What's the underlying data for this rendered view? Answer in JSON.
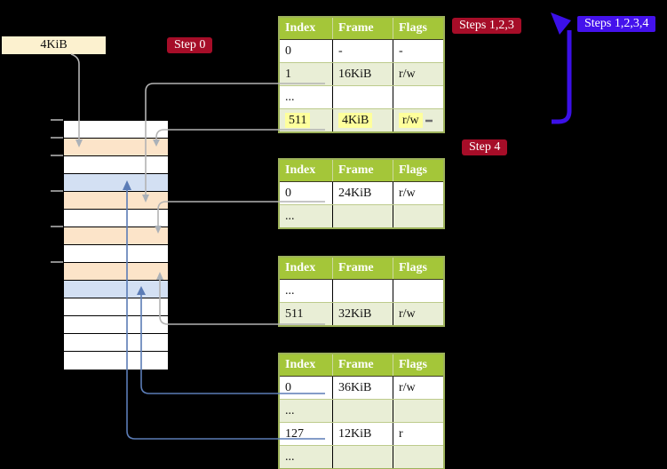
{
  "frame_size_label": "4KiB",
  "badges": {
    "step0": "Step 0",
    "steps_123": "Steps 1,2,3",
    "steps_1234": "Steps 1,2,3,4",
    "step4": "Step 4"
  },
  "colors": {
    "badge_red": "#a60d28",
    "badge_blue": "#4412ec",
    "table_header_green": "#a4c639",
    "table_alt_row_green": "#e9eed6",
    "highlight_yellow": "#feff9c",
    "memory_orange": "#fce4c9",
    "memory_blue": "#d3e0f3",
    "frame_label_cream": "#fcf1cf",
    "arrow_gray": "#b3b3b3",
    "arrow_steel_blue": "#5b7cb6",
    "big_arrow_blue": "#3b10e8"
  },
  "tables": [
    {
      "headers": [
        "Index",
        "Frame",
        "Flags"
      ],
      "rows": [
        {
          "cells": [
            "0",
            "-",
            "-"
          ]
        },
        {
          "cells": [
            "1",
            "16KiB",
            "r/w"
          ]
        },
        {
          "cells": [
            "...",
            "",
            ""
          ]
        },
        {
          "cells": [
            "511",
            "4KiB",
            "r/w"
          ],
          "highlighted": true
        }
      ]
    },
    {
      "headers": [
        "Index",
        "Frame",
        "Flags"
      ],
      "rows": [
        {
          "cells": [
            "0",
            "24KiB",
            "r/w"
          ]
        },
        {
          "cells": [
            "...",
            "",
            ""
          ]
        }
      ]
    },
    {
      "headers": [
        "Index",
        "Frame",
        "Flags"
      ],
      "rows": [
        {
          "cells": [
            "...",
            "",
            ""
          ]
        },
        {
          "cells": [
            "511",
            "32KiB",
            "r/w"
          ]
        }
      ]
    },
    {
      "headers": [
        "Index",
        "Frame",
        "Flags"
      ],
      "rows": [
        {
          "cells": [
            "0",
            "36KiB",
            "r/w"
          ]
        },
        {
          "cells": [
            "...",
            "",
            ""
          ]
        },
        {
          "cells": [
            "127",
            "12KiB",
            "r"
          ]
        },
        {
          "cells": [
            "...",
            "",
            ""
          ]
        }
      ]
    }
  ],
  "memory_column": {
    "rows": [
      "white",
      "orange",
      "white",
      "blue",
      "orange",
      "white",
      "orange",
      "white",
      "orange",
      "blue",
      "white",
      "white",
      "white",
      "white"
    ]
  }
}
